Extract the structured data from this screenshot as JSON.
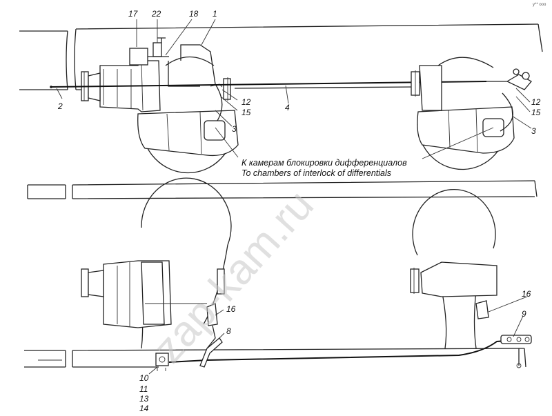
{
  "callouts": {
    "n1": "1",
    "n2": "2",
    "n3a": "3",
    "n3b": "3",
    "n4": "4",
    "n8": "8",
    "n9": "9",
    "n10": "10",
    "n11": "11",
    "n12a": "12",
    "n12b": "12",
    "n13": "13",
    "n14": "14",
    "n15a": "15",
    "n15b": "15",
    "n16a": "16",
    "n16b": "16",
    "n17": "17",
    "n18": "18",
    "n22": "22"
  },
  "caption": {
    "ru": "К камерам блокировки дифференциалов",
    "en": "To chambers of interlock of differentials"
  },
  "watermark": "zap-kam.ru",
  "corner_mark": "у** ооо",
  "colors": {
    "line": "#222222",
    "watermark": "#c8c8c8",
    "background": "#ffffff"
  }
}
